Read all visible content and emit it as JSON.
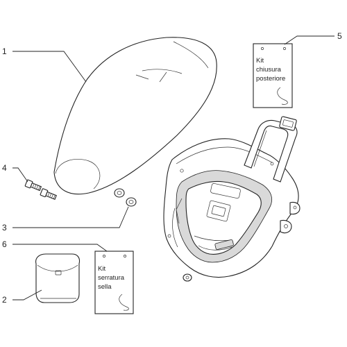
{
  "callouts": {
    "c1": "1",
    "c2": "2",
    "c3": "3",
    "c4": "4",
    "c5": "5",
    "c6": "6"
  },
  "kits": {
    "rear_closure": [
      "Kit",
      "chiusura",
      "posteriore"
    ],
    "seat_lock": [
      "Kit",
      "serratura",
      "sella"
    ]
  },
  "colors": {
    "ink": "#222222",
    "shade": "#d9d9d9",
    "background": "#ffffff"
  }
}
